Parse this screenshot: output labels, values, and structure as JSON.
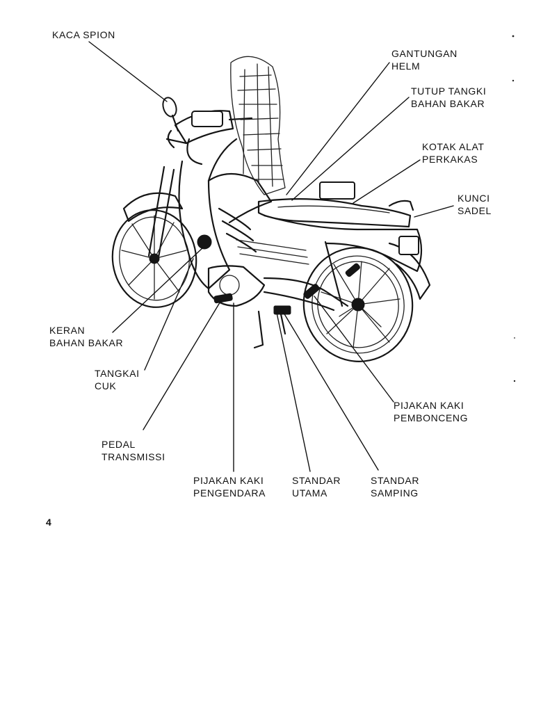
{
  "labels": {
    "mirror": [
      "KACA SPION"
    ],
    "helmet_hook": [
      "GANTUNGAN",
      "HELM"
    ],
    "fuel_cap": [
      "TUTUP TANGKI",
      "BAHAN BAKAR"
    ],
    "tool_box": [
      "KOTAK ALAT",
      "PERKAKAS"
    ],
    "seat_lock": [
      "KUNCI",
      "SADEL"
    ],
    "fuel_valve": [
      "KERAN",
      "BAHAN BAKAR"
    ],
    "choke_lever": [
      "TANGKAI",
      "CUK"
    ],
    "shift_pedal": [
      "PEDAL",
      "TRANSMISSI"
    ],
    "rider_footpeg": [
      "PIJAKAN KAKI",
      "PENGENDARA"
    ],
    "main_stand": [
      "STANDAR",
      "UTAMA"
    ],
    "side_stand": [
      "STANDAR",
      "SAMPING"
    ],
    "passenger_footpeg": [
      "PIJAKAN KAKI",
      "PEMBONCENG"
    ]
  },
  "page_number": "4",
  "colors": {
    "ink": "#151515",
    "paper": "#ffffff"
  }
}
